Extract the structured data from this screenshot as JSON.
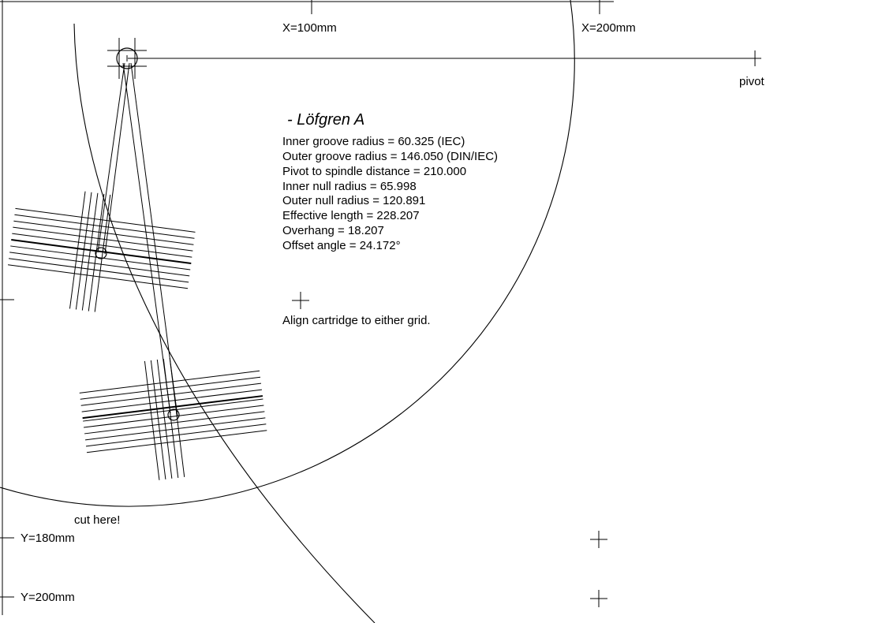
{
  "axis_labels": {
    "x100": "X=100mm",
    "x200": "X=200mm",
    "y180": "Y=180mm",
    "y200": "Y=200mm"
  },
  "pivot_label": "pivot",
  "cut_label": "cut here!",
  "title": "- Löfgren A",
  "specs": [
    "Inner groove radius = 60.325 (IEC)",
    "Outer groove radius = 146.050 (DIN/IEC)",
    "Pivot to spindle distance = 210.000",
    "Inner null radius = 65.998",
    "Outer null radius = 120.891",
    "Effective length = 228.207",
    "Overhang = 18.207",
    "Offset angle = 24.172°"
  ],
  "instruction": "Align cartridge to either grid."
}
